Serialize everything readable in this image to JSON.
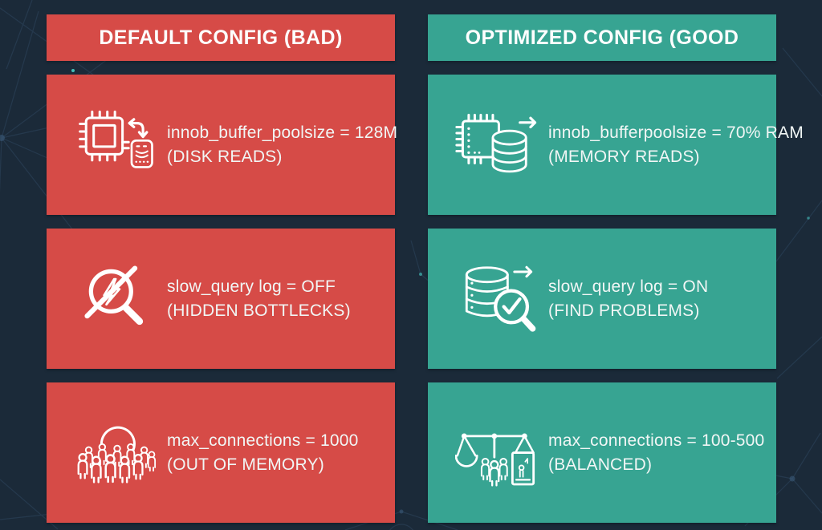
{
  "theme": {
    "background": "#1b2a39",
    "bad_color": "#d64b47",
    "good_color": "#37a492",
    "card_text_color": "#f1f6f5",
    "header_text_color": "#fdfefe",
    "network_line_color": "#3d5c7d",
    "accent_dot_color": "#49d8cf"
  },
  "columns": {
    "bad": {
      "header": "DEFAULT CONFIG (BAD)",
      "cards": [
        {
          "icon": "cpu-disk-read-icon",
          "setting": "innob_buffer_poolsize = 128M",
          "consequence": "(DISK READS)"
        },
        {
          "icon": "slow-query-off-icon",
          "setting": "slow_query log = OFF",
          "consequence": "(HIDDEN BOTTLECKS)"
        },
        {
          "icon": "crowd-icon",
          "setting": "max_connections = 1000",
          "consequence": "(OUT OF MEMORY)"
        }
      ]
    },
    "good": {
      "header": "OPTIMIZED CONFIG (GOOD",
      "cards": [
        {
          "icon": "cpu-memory-read-icon",
          "setting": "innob_bufferpoolsize = 70% RAM",
          "consequence": "(MEMORY READS)"
        },
        {
          "icon": "slow-query-on-icon",
          "setting": "slow_query log = ON",
          "consequence": "(FIND PROBLEMS)"
        },
        {
          "icon": "balance-scale-icon",
          "setting": "max_connections = 100-500",
          "consequence": "(BALANCED)"
        }
      ]
    }
  }
}
